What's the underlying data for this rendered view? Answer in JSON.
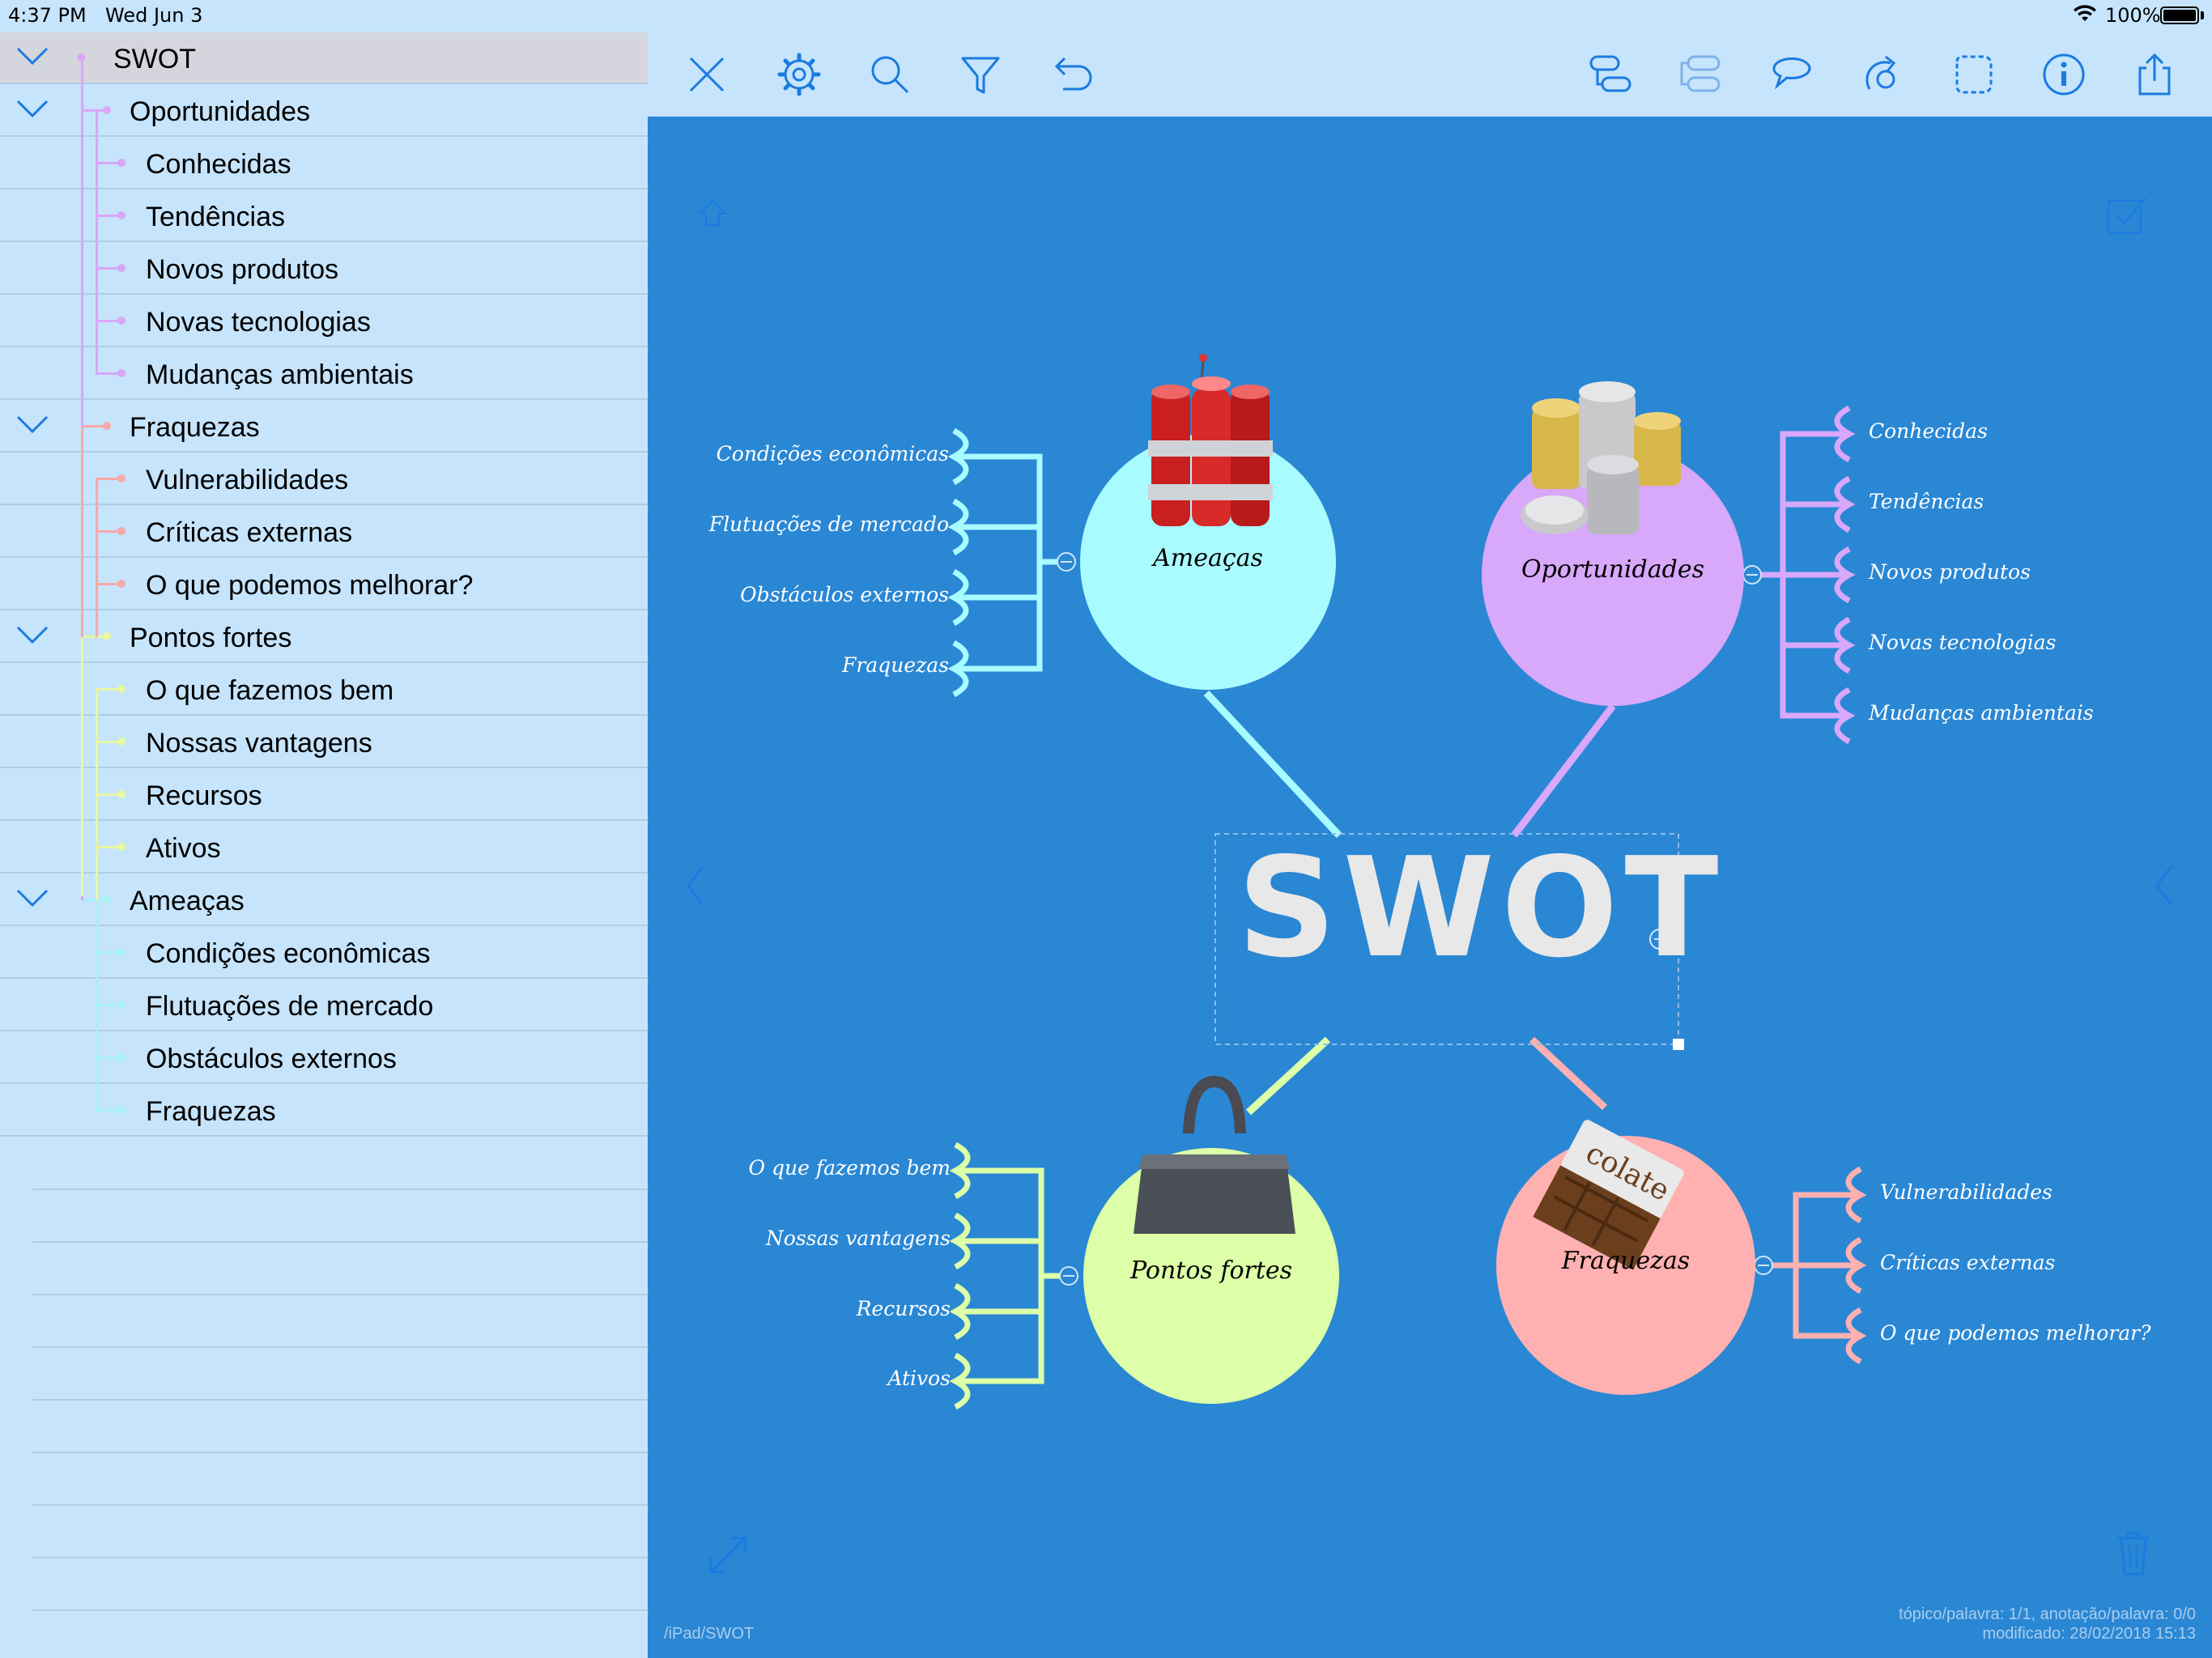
{
  "status": {
    "time": "4:37 PM",
    "date": "Wed Jun 3",
    "battery": "100%"
  },
  "outline": {
    "rows": [
      {
        "label": "SWOT",
        "level": 0,
        "expandable": true,
        "selected": true
      },
      {
        "label": "Oportunidades",
        "level": 1,
        "expandable": true
      },
      {
        "label": "Conhecidas",
        "level": 2
      },
      {
        "label": "Tendências",
        "level": 2
      },
      {
        "label": "Novos produtos",
        "level": 2
      },
      {
        "label": "Novas tecnologias",
        "level": 2
      },
      {
        "label": "Mudanças ambientais",
        "level": 2
      },
      {
        "label": "Fraquezas",
        "level": 1,
        "expandable": true
      },
      {
        "label": "Vulnerabilidades",
        "level": 2
      },
      {
        "label": "Críticas externas",
        "level": 2
      },
      {
        "label": "O que podemos melhorar?",
        "level": 2
      },
      {
        "label": "Pontos fortes",
        "level": 1,
        "expandable": true
      },
      {
        "label": "O que fazemos bem",
        "level": 2
      },
      {
        "label": "Nossas vantagens",
        "level": 2
      },
      {
        "label": "Recursos",
        "level": 2
      },
      {
        "label": "Ativos",
        "level": 2
      },
      {
        "label": "Ameaças",
        "level": 1,
        "expandable": true
      },
      {
        "label": "Condições econômicas",
        "level": 2
      },
      {
        "label": "Flutuações de mercado",
        "level": 2
      },
      {
        "label": "Obstáculos externos",
        "level": 2
      },
      {
        "label": "Fraquezas",
        "level": 2
      }
    ]
  },
  "toolbar": {
    "left": [
      "close-icon",
      "settings-gear-icon",
      "search-icon",
      "filter-icon",
      "undo-icon"
    ],
    "right": [
      "add-subtopic-icon",
      "add-sibling-icon",
      "callout-icon",
      "relationship-icon",
      "boundary-icon",
      "info-icon",
      "share-icon"
    ]
  },
  "map": {
    "center": "SWOT",
    "colors": {
      "canvas": "#2a87d4",
      "ameacas": "#a8fbff",
      "oportunidades": "#d8a8fb",
      "pontos_fortes": "#ddffa8",
      "fraquezas": "#ffb0b0"
    },
    "topics": {
      "ameacas": {
        "label": "Ameaças",
        "image": "dynamite-icon",
        "children": [
          "Condições econômicas",
          "Flutuações de mercado",
          "Obstáculos externos",
          "Fraquezas"
        ]
      },
      "oportunidades": {
        "label": "Oportunidades",
        "image": "coins-icon",
        "children": [
          "Conhecidas",
          "Tendências",
          "Novos produtos",
          "Novas tecnologias",
          "Mudanças ambientais"
        ]
      },
      "pontos_fortes": {
        "label": "Pontos fortes",
        "image": "weight-icon",
        "children": [
          "O que fazemos bem",
          "Nossas vantagens",
          "Recursos",
          "Ativos"
        ]
      },
      "fraquezas": {
        "label": "Fraquezas",
        "image": "chocolate-icon",
        "children": [
          "Vulnerabilidades",
          "Críticas externas",
          "O que podemos melhorar?"
        ]
      }
    }
  },
  "footer": {
    "path": "/iPad/SWOT",
    "stats": "tópico/palavra: 1/1, anotação/palavra: 0/0",
    "modified": "modificado: 28/02/2018 15:13"
  }
}
